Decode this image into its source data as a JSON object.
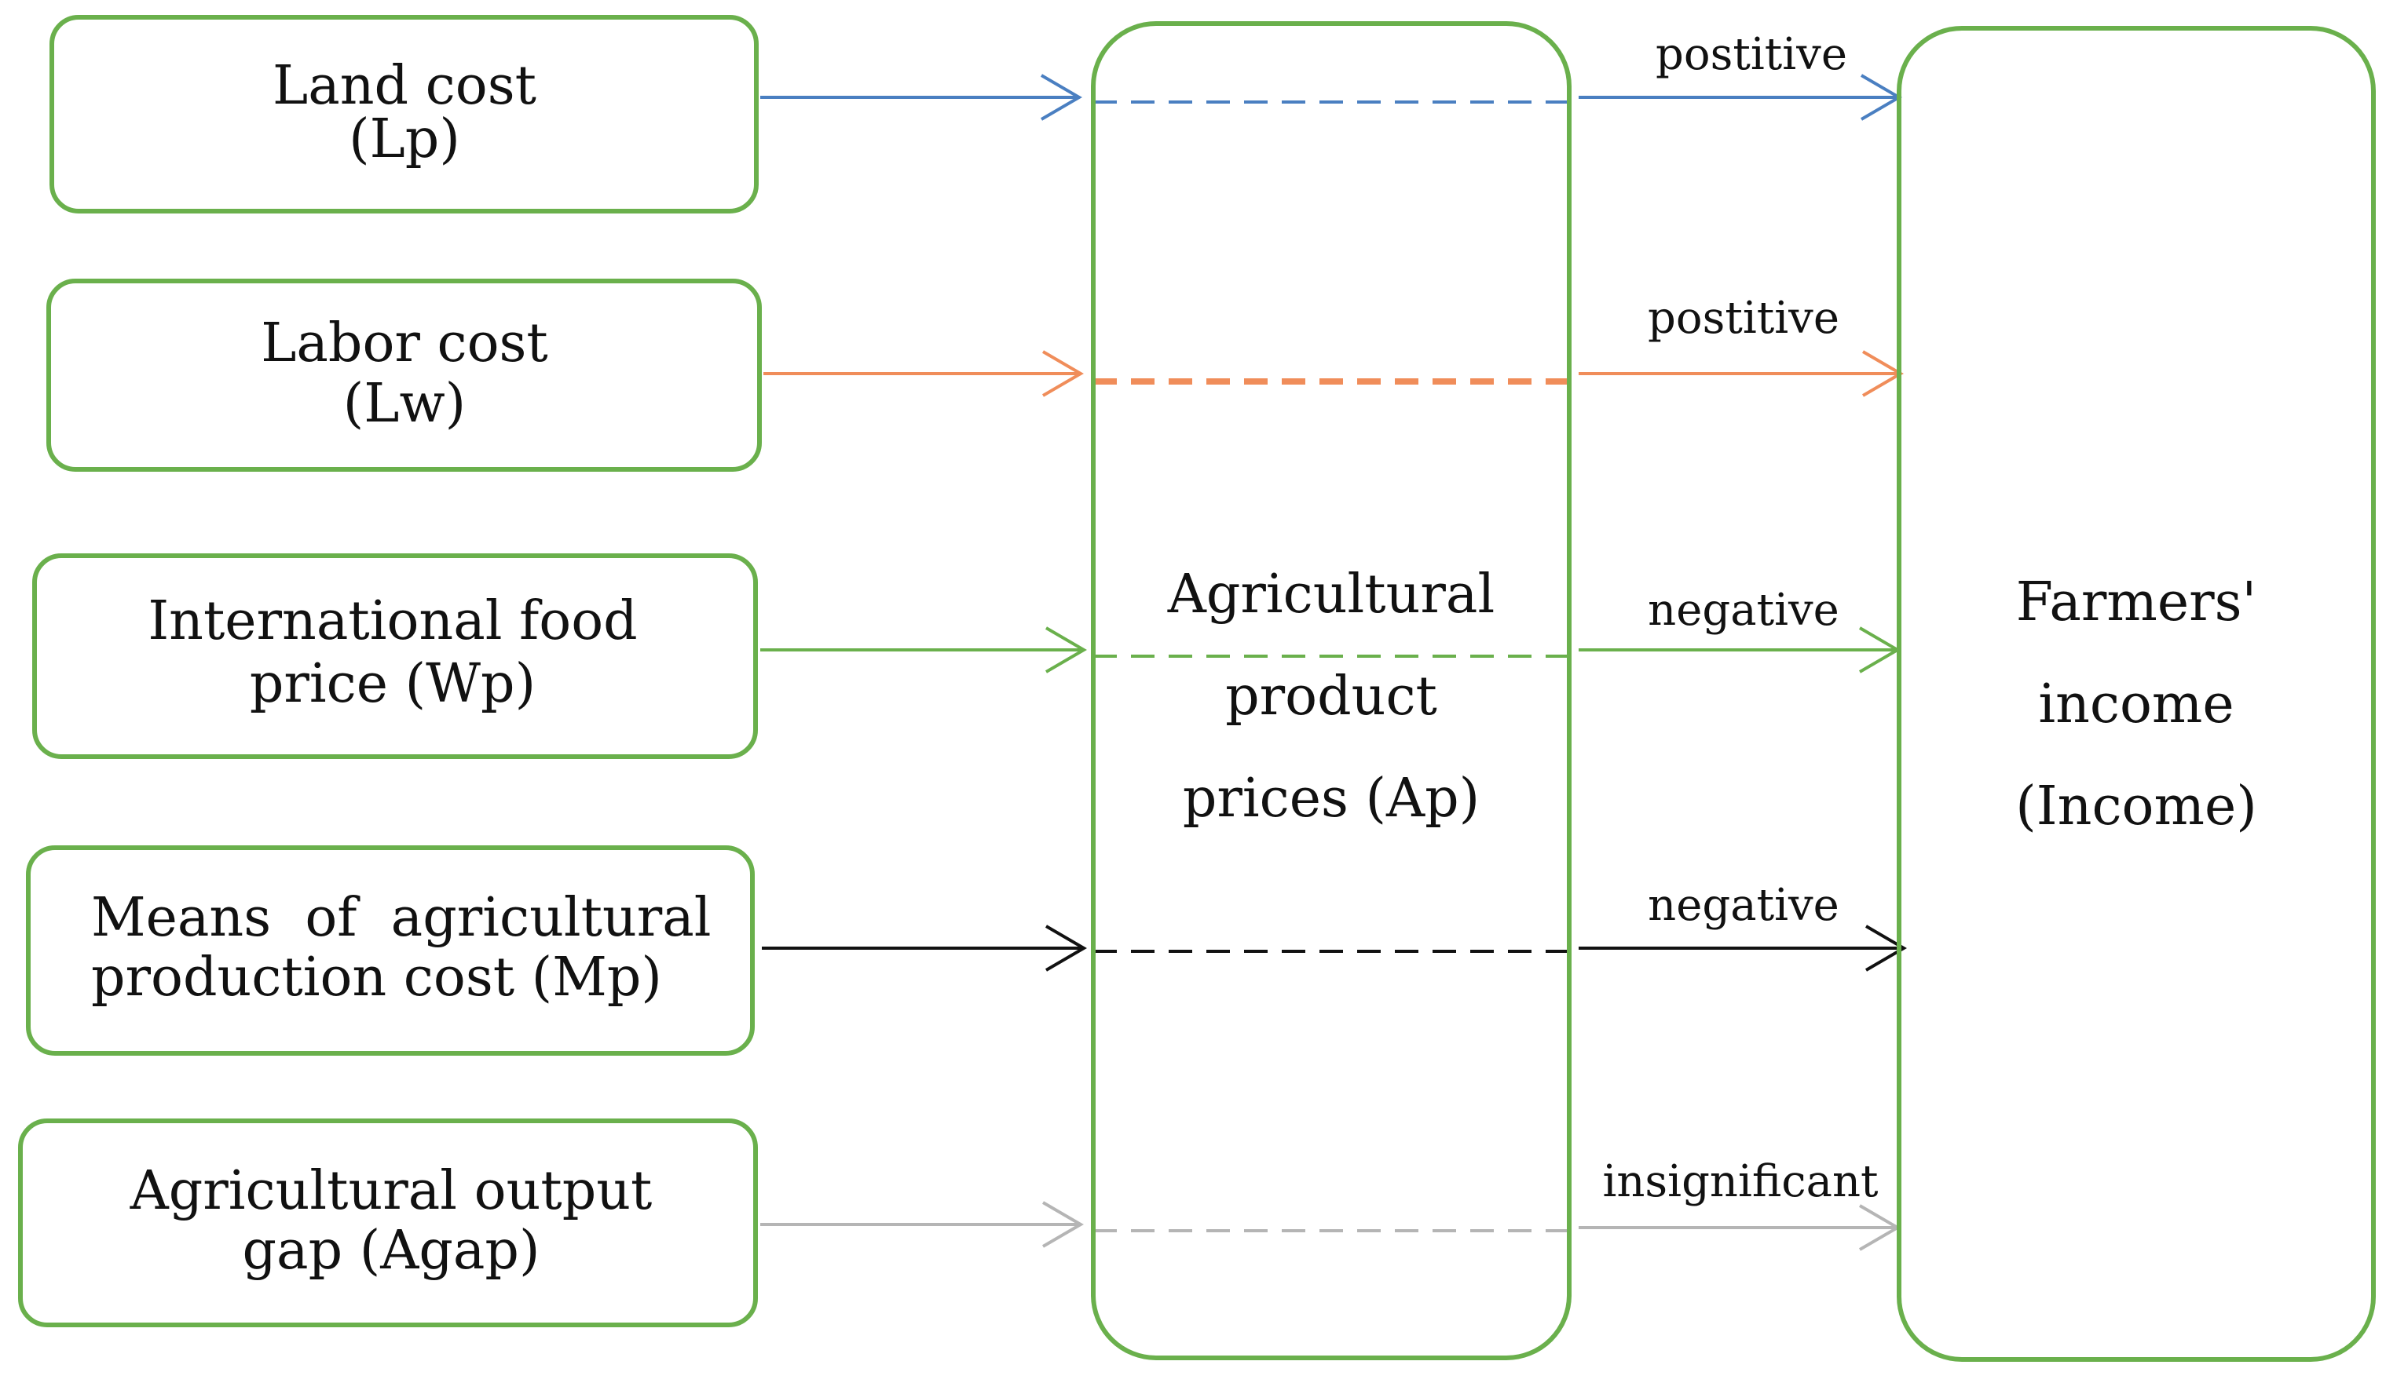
{
  "inputs": [
    {
      "id": "land",
      "line1": "Land cost",
      "line2": "(Lp)",
      "color": "#4a7fc1",
      "relation": "postitive"
    },
    {
      "id": "labor",
      "line1": "Labor cost",
      "line2": "(Lw)",
      "color": "#f08d5a",
      "relation": "postitive"
    },
    {
      "id": "intl",
      "line1": "International food",
      "line2": "price (Wp)",
      "color": "#6ab04c",
      "relation": "negative"
    },
    {
      "id": "means",
      "line1": "Means  of  agricultural",
      "line2": "production cost (Mp)",
      "color": "#111111",
      "relation": "negative"
    },
    {
      "id": "gap",
      "line1": "Agricultural output",
      "line2": "gap (Agap)",
      "color": "#b5b5b5",
      "relation": "insignificant"
    }
  ],
  "mediator": {
    "line1": "Agricultural",
    "line2": "product",
    "line3": "prices (Ap)"
  },
  "outcome": {
    "line1": "Farmers'",
    "line2": "income",
    "line3": "(Income)"
  },
  "box_color": "#6ab04c"
}
